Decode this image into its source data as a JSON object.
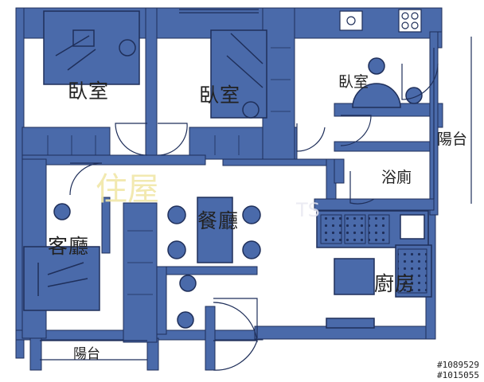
{
  "logo_text": "住屋",
  "watermark_text": "TS",
  "rooms": {
    "bedroom_1": "臥室",
    "bedroom_2": "臥室",
    "bedroom_3": "臥室",
    "balcony_right": "陽台",
    "bathroom": "浴廁",
    "dining": "餐廳",
    "living": "客廳",
    "kitchen": "廚房",
    "balcony_bottom": "陽台"
  },
  "listing_ids": [
    "#1089529",
    "#1015055"
  ],
  "colors": {
    "fill": "#4a6aaa",
    "stroke": "#1f2f5a",
    "logo": "#f1e7a8"
  }
}
